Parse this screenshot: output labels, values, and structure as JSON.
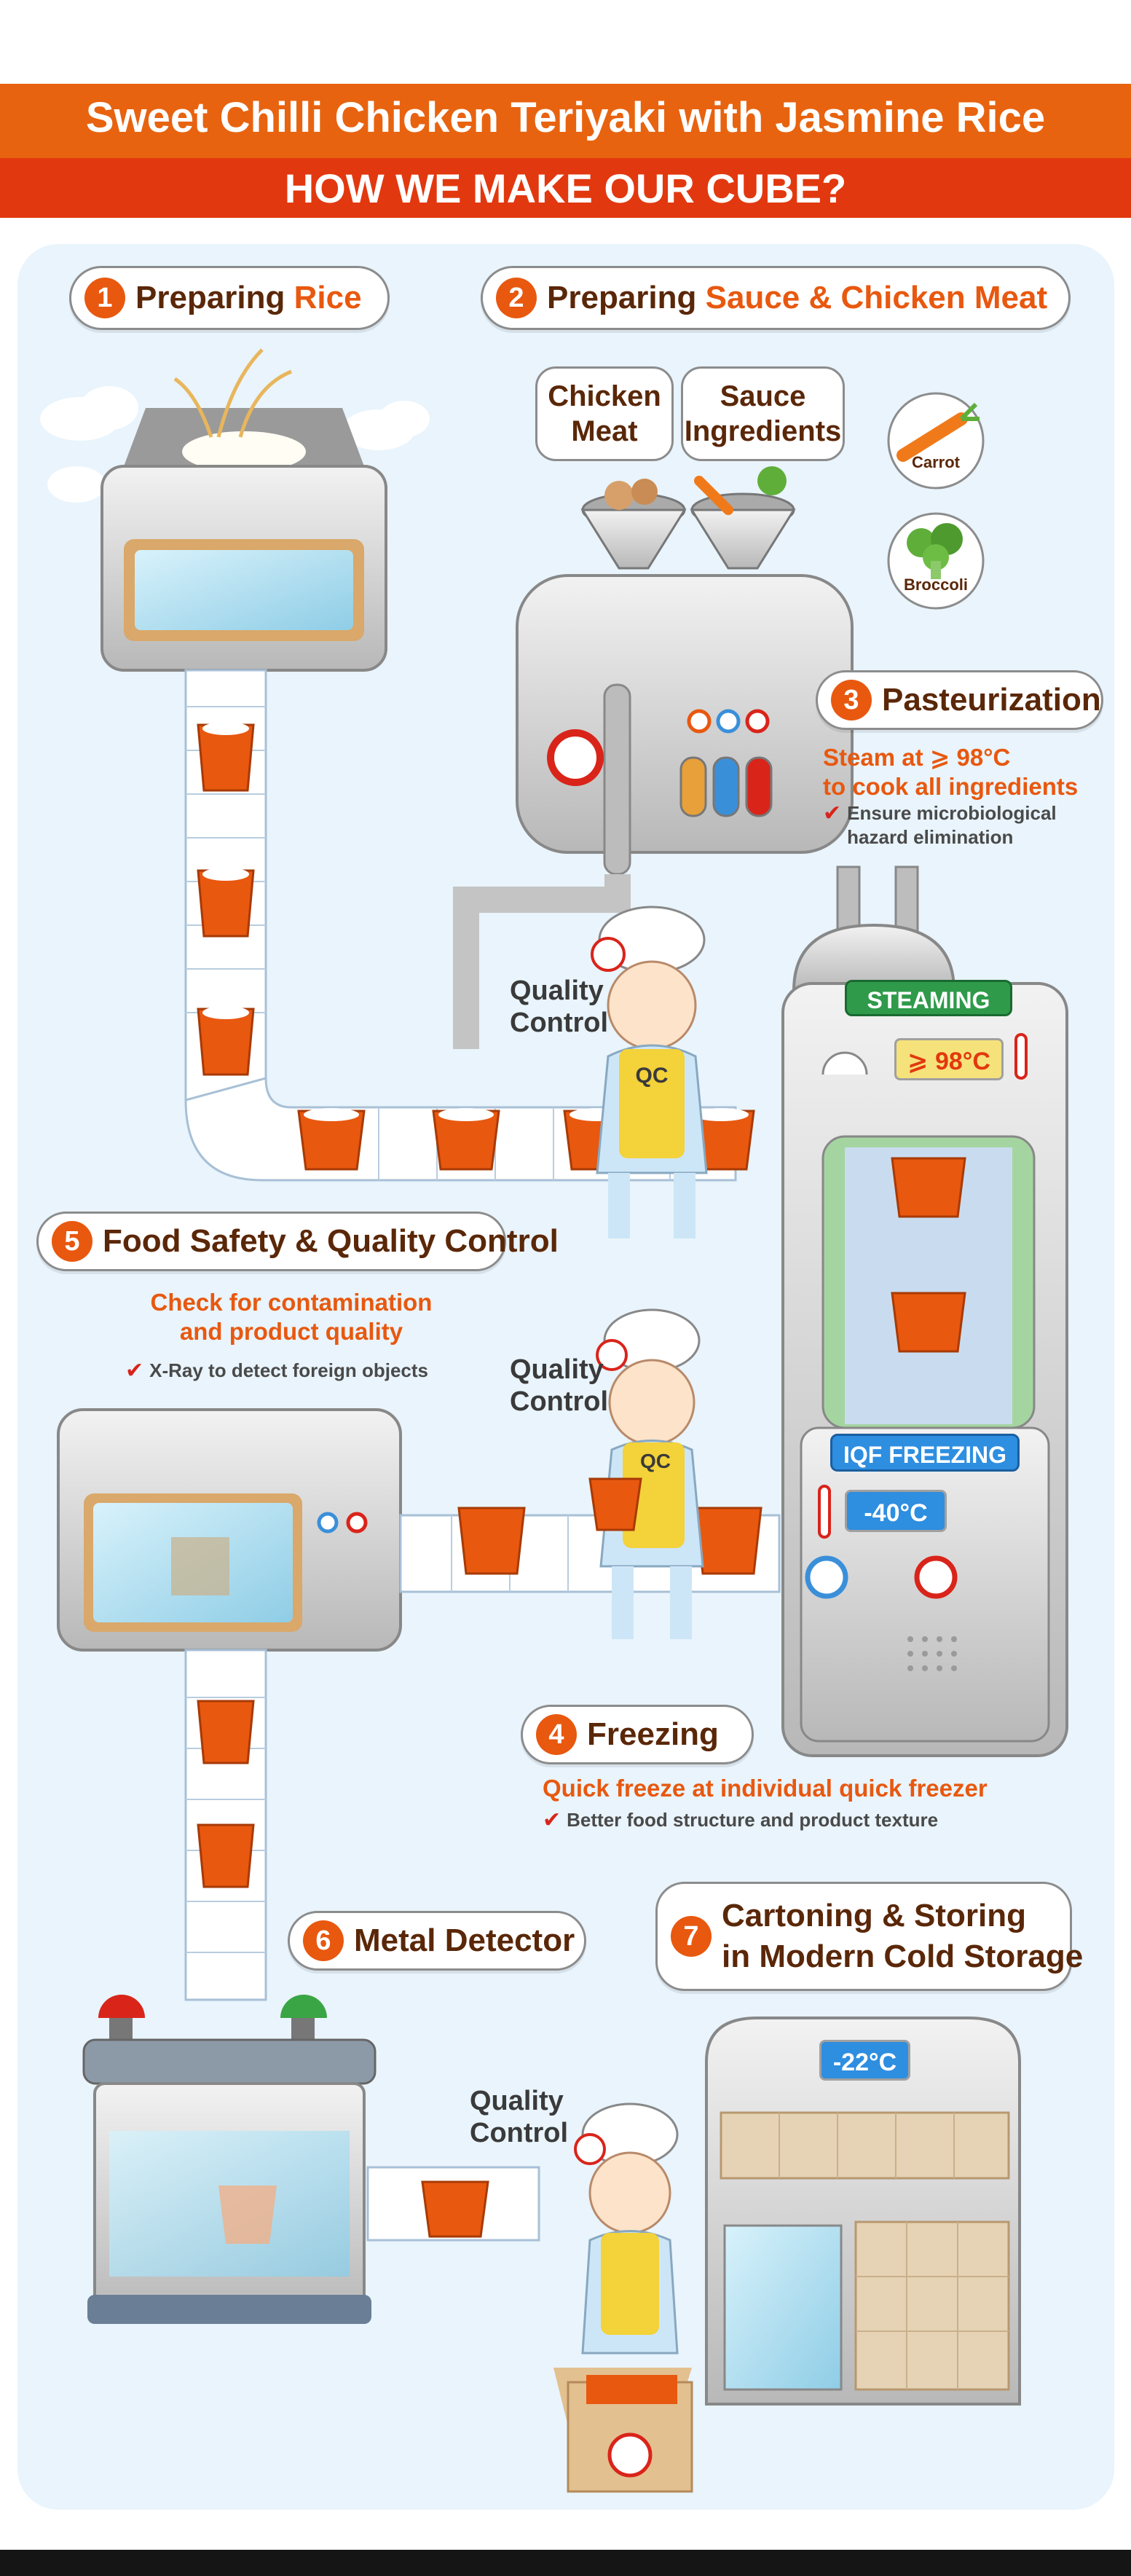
{
  "header": {
    "title": "Sweet Chilli Chicken Teriyaki with Jasmine Rice",
    "subtitle": "HOW WE MAKE OUR CUBE?"
  },
  "steps": [
    {
      "number": "1",
      "text": "Preparing",
      "highlight": "Rice"
    },
    {
      "number": "2",
      "text": "Preparing",
      "highlight": "Sauce & Chicken Meat"
    },
    {
      "number": "3",
      "text": "Pasteurization"
    },
    {
      "number": "4",
      "text": "Freezing"
    },
    {
      "number": "5",
      "text": "Food Safety & Quality Control"
    },
    {
      "number": "6",
      "text": "Metal Detector"
    },
    {
      "number": "7",
      "line1": "Cartoning & Storing",
      "line2": "in Modern Cold Storage"
    }
  ],
  "ingredients": {
    "chicken_line1": "Chicken",
    "chicken_line2": "Meat",
    "sauce_line1": "Sauce",
    "sauce_line2": "Ingredients",
    "carrot": "Carrot",
    "broccoli": "Broccoli"
  },
  "pasteurization": {
    "note_line1": "Steam at ⩾ 98°C",
    "note_line2": "to cook all ingredients",
    "sub_line1": "Ensure microbiological",
    "sub_line2": "hazard elimination",
    "screen": "STEAMING",
    "temp": "⩾ 98°C"
  },
  "freezing": {
    "screen": "IQF FREEZING",
    "temp": "-40°C",
    "note": "Quick freeze at individual quick freezer",
    "sub": "Better food structure and product texture"
  },
  "food_safety": {
    "note_line1": "Check for contamination",
    "note_line2": "and product quality",
    "sub": "X-Ray to detect foreign objects"
  },
  "quality_control": {
    "line1": "Quality",
    "line2": "Control",
    "apron": "QC"
  },
  "cold_storage": {
    "temp": "-22°C"
  },
  "colors": {
    "orange": "#e8630f",
    "red_orange": "#e2380f",
    "brown_text": "#5a2708",
    "panel_bg": "#e9f4fc"
  }
}
